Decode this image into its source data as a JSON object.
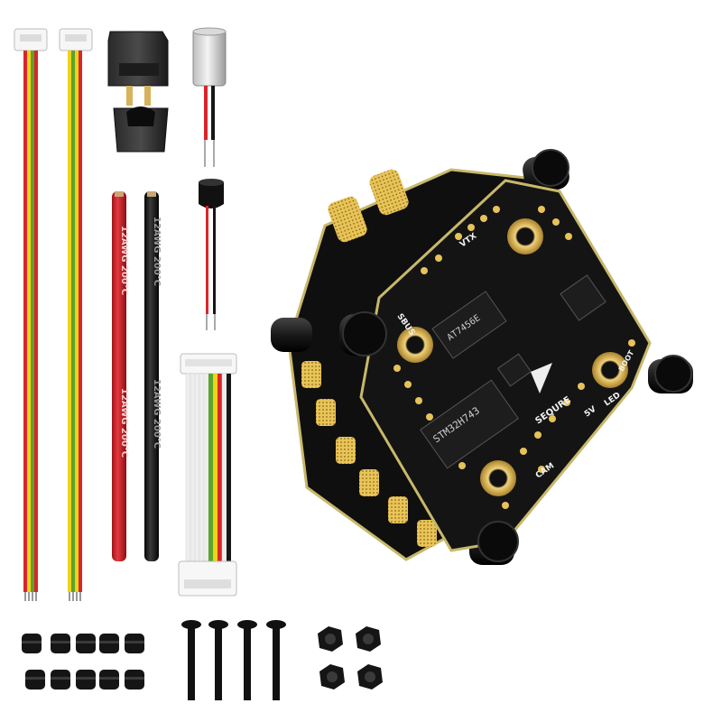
{
  "colors": {
    "background": "#ffffff",
    "pcb": "#111111",
    "pcb_edge": "#c8b86a",
    "pad_gold": "#e7c25a",
    "wire_red": "#d8262c",
    "wire_yellow": "#f0d21a",
    "wire_green": "#5aa52e",
    "wire_black": "#161616"
  },
  "pcb_labels": {
    "fc_chip_label": "STM32H743",
    "osd_chip_label": "AT7456E",
    "brand": "SEQURE",
    "pad_5v": "5V",
    "pad_led": "LED",
    "pad_boot": "BOOT",
    "pad_vtx": "VTX",
    "pad_sbus": "SBUS",
    "pad_cam": "CAM"
  },
  "wire_labels": {
    "red_wire_print": "12AWG 200°C",
    "black_wire_print": "12AWG 200°C"
  },
  "parts": {
    "connector_cables": "jst-cable",
    "xt60": "xt60-connector",
    "capacitor": "capacitor",
    "buzzer": "buzzer",
    "power_wires": "silicone-wire",
    "ribbon_cable": "esc-harness",
    "grommets": "rubber-grommet",
    "screws": "m3-screw",
    "nuts": "m3-nut"
  }
}
